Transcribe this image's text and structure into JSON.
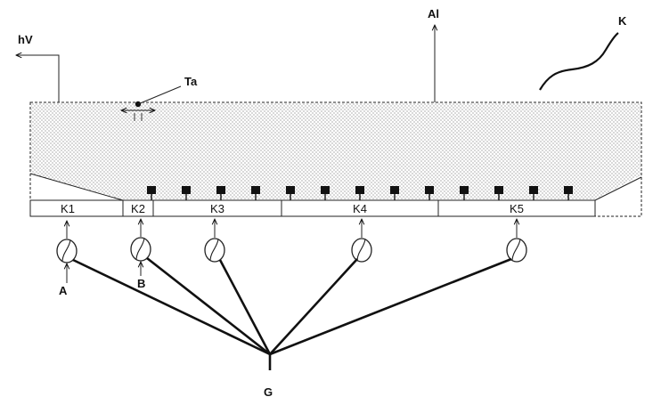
{
  "labels": {
    "hv": "hV",
    "al": "Al",
    "k": "K",
    "ta": "Ta",
    "a": "A",
    "b": "B",
    "g": "G"
  },
  "zones": [
    "K1",
    "K2",
    "K3",
    "K4",
    "K5"
  ],
  "nozzle_count": 13,
  "fan_count": 5,
  "colors": {
    "line": "#111111",
    "fill": "#ffffff"
  }
}
